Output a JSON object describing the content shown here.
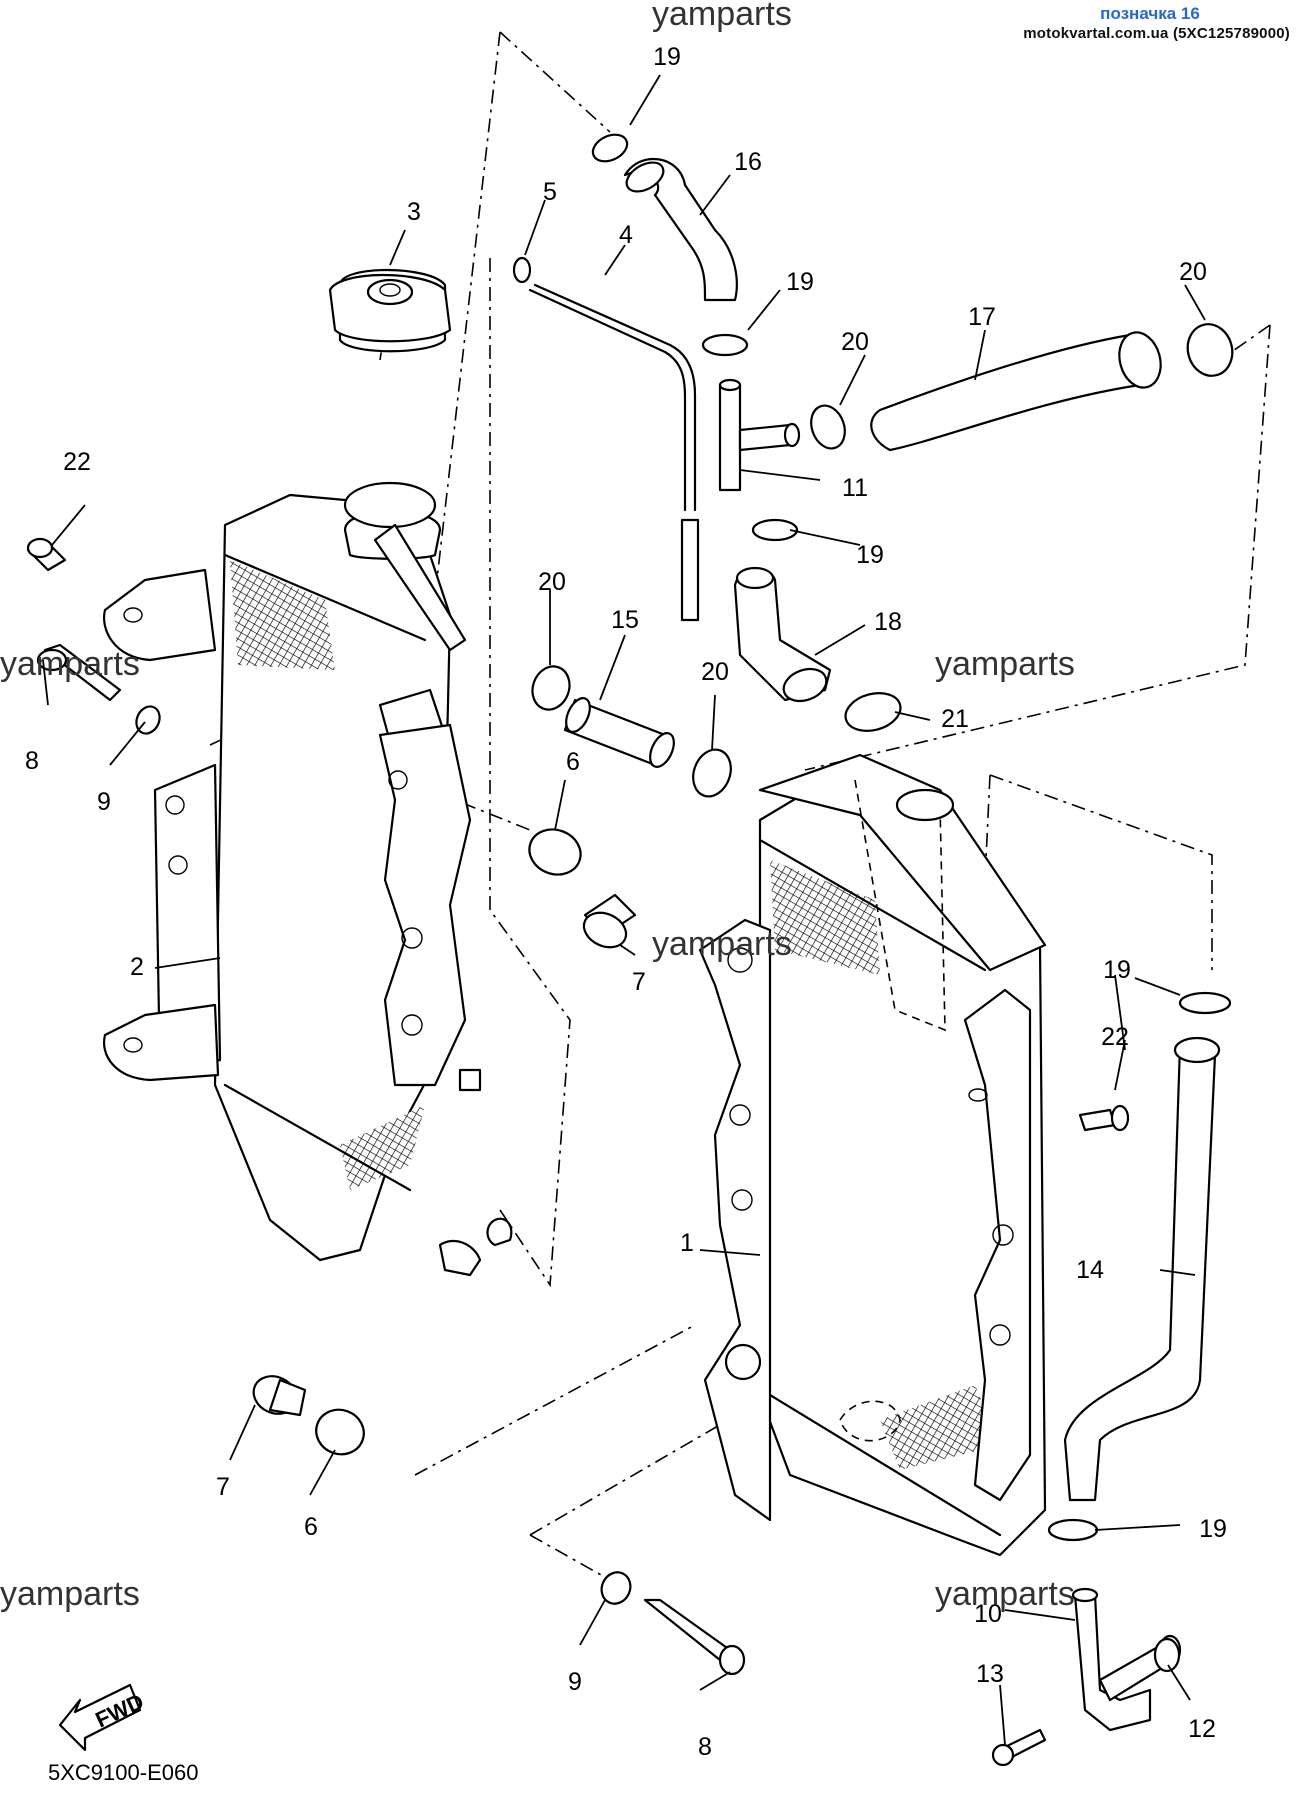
{
  "header": {
    "title": "позначка 16",
    "site": "motokvartal.com.ua (5XC125789000)"
  },
  "watermark": "yamparts",
  "diagram_code": "5XC9100-E060",
  "fwd_label": "FWD",
  "callouts": {
    "c1": "1",
    "c2": "2",
    "c3": "3",
    "c4": "4",
    "c5": "5",
    "c6a": "6",
    "c6b": "6",
    "c7a": "7",
    "c7b": "7",
    "c8a": "8",
    "c8b": "8",
    "c9a": "9",
    "c9b": "9",
    "c10": "10",
    "c11": "11",
    "c12": "12",
    "c13": "13",
    "c14": "14",
    "c15": "15",
    "c16": "16",
    "c17": "17",
    "c18": "18",
    "c19a": "19",
    "c19b": "19",
    "c19c": "19",
    "c19d": "19",
    "c19e": "19",
    "c20a": "20",
    "c20b": "20",
    "c20c": "20",
    "c20d": "20",
    "c21": "21",
    "c22a": "22",
    "c22b": "22"
  },
  "colors": {
    "line": "#000000",
    "title_blue": "#2a68c6",
    "watermark": "#333333"
  }
}
